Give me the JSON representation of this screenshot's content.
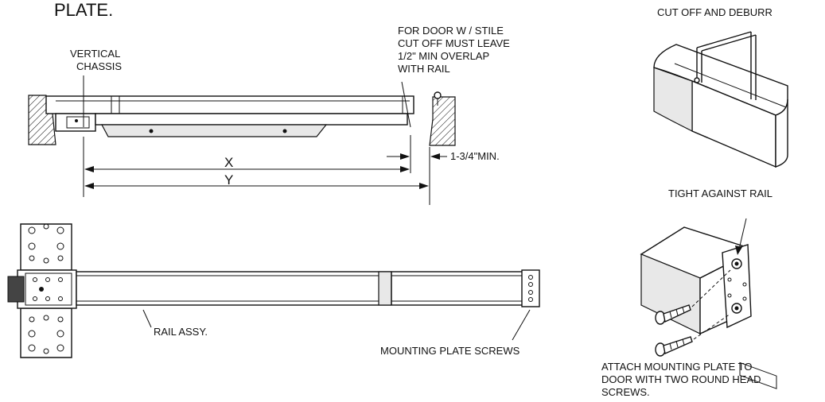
{
  "heading": "PLATE.",
  "labels": {
    "vertical_chassis_1": "VERTICAL",
    "vertical_chassis_2": "CHASSIS",
    "door_stile_1": "FOR DOOR W / STILE",
    "door_stile_2": "CUT OFF MUST LEAVE",
    "door_stile_3": "1/2\" MIN OVERLAP",
    "door_stile_4": "WITH RAIL",
    "cut_off": "CUT OFF AND DEBURR",
    "min_dim": "1-3/4\"MIN.",
    "dim_x": "X",
    "dim_y": "Y",
    "tight": "TIGHT AGAINST RAIL",
    "rail_assy": "RAIL ASSY.",
    "mounting_screws": "MOUNTING PLATE SCREWS",
    "attach_1": "ATTACH MOUNTING PLATE TO",
    "attach_2": "DOOR WITH TWO ROUND HEAD",
    "attach_3": "SCREWS."
  }
}
